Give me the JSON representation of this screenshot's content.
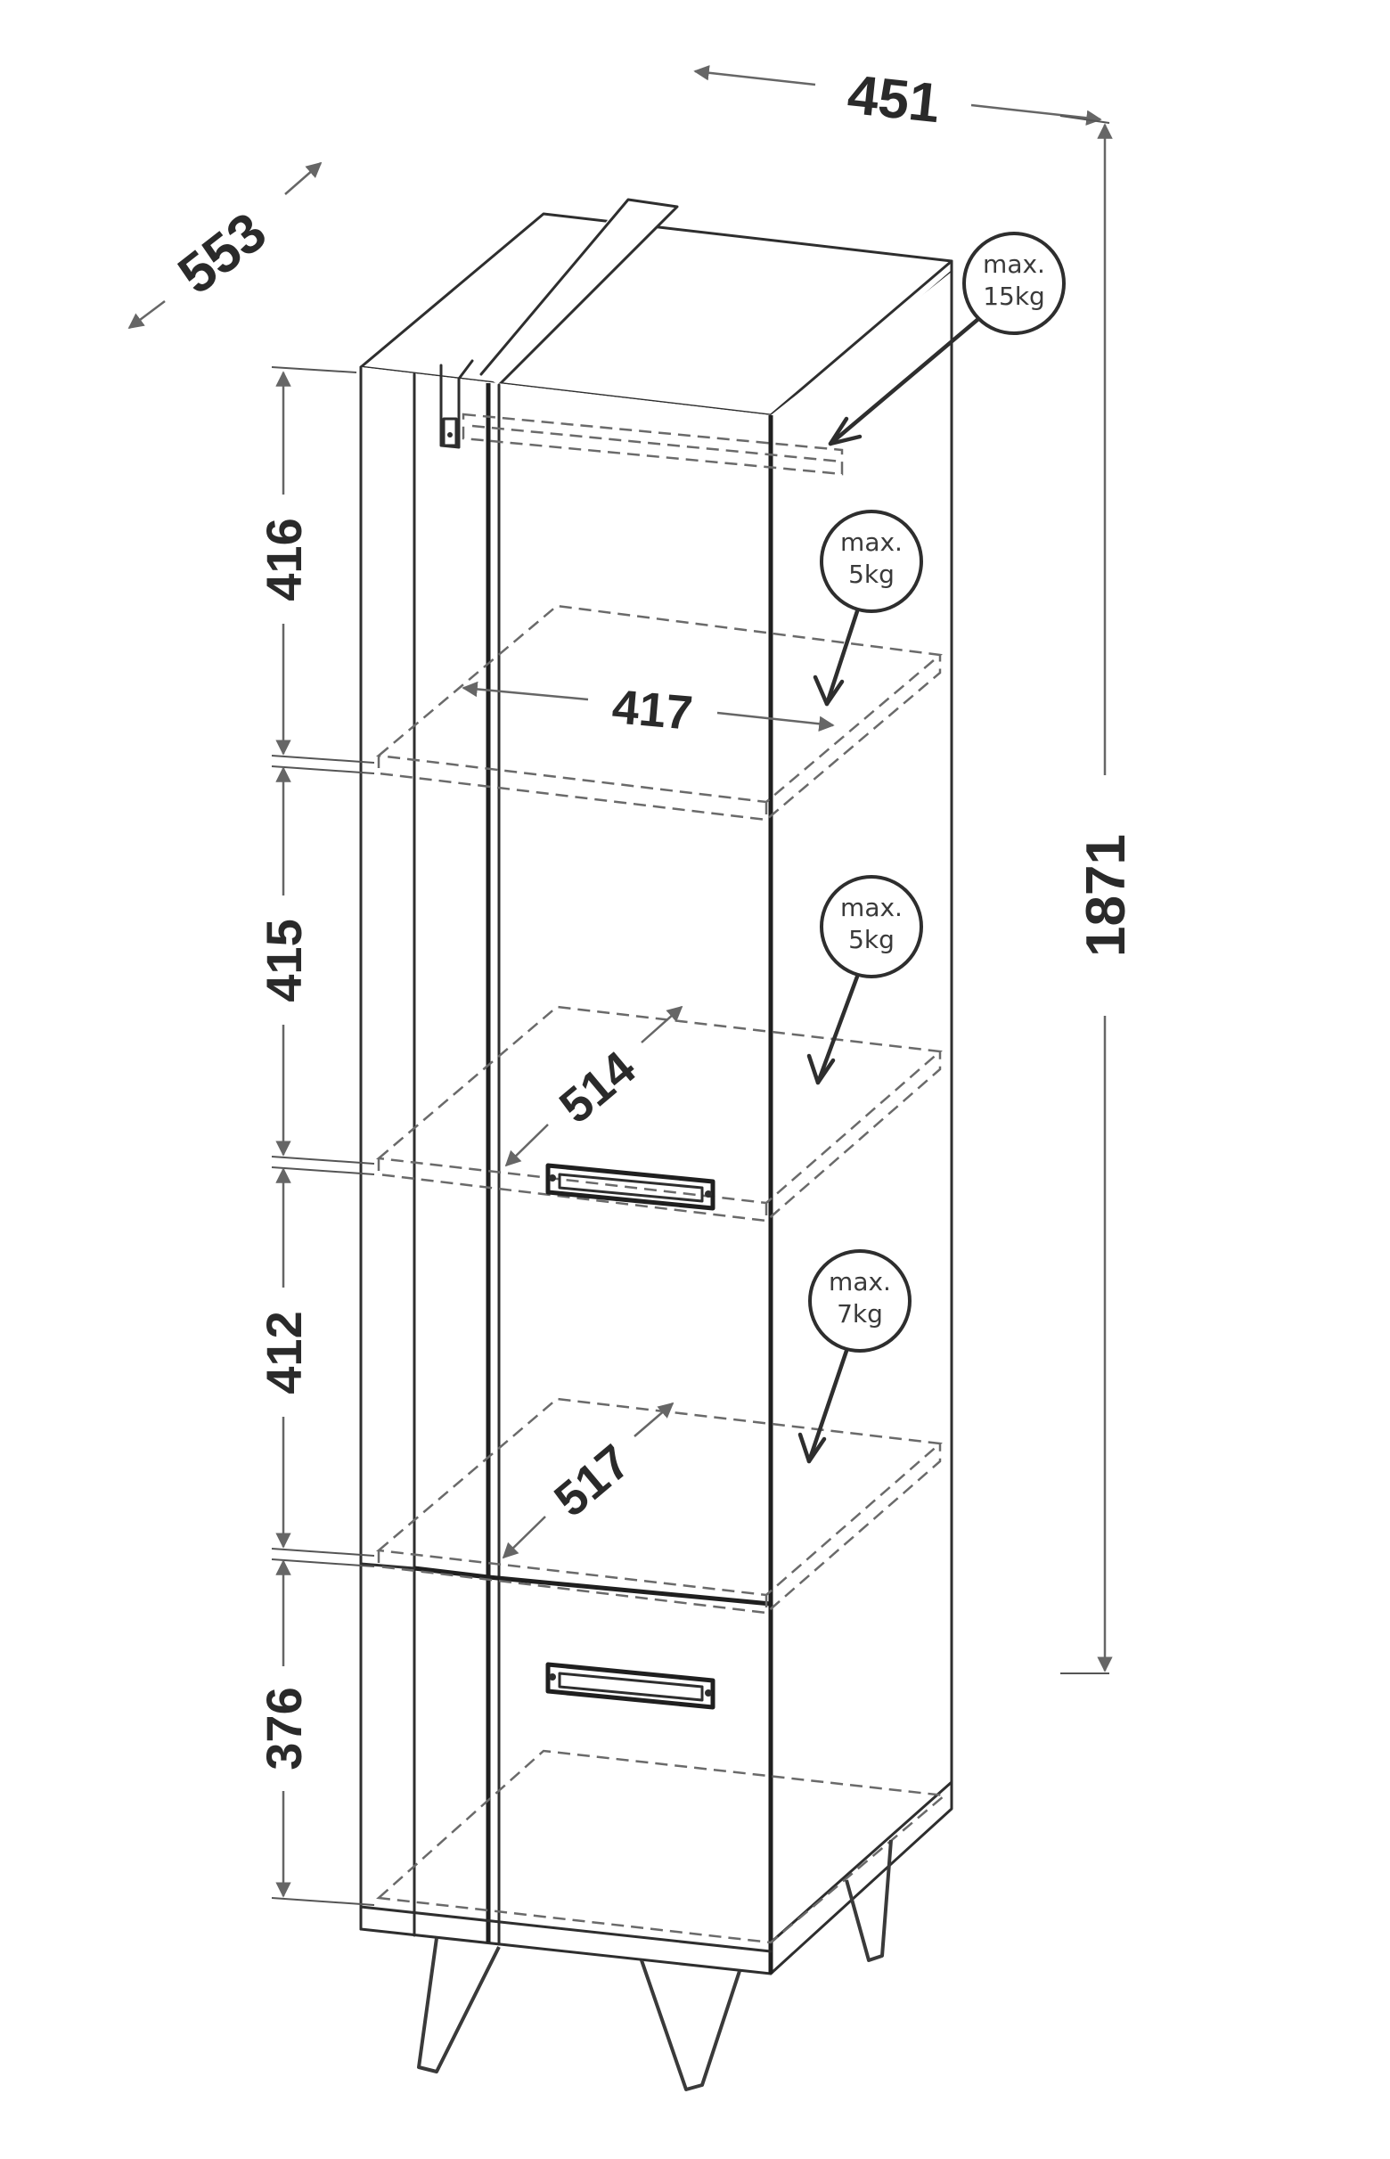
{
  "dimensions": {
    "width": "451",
    "depth": "553",
    "height": "1871",
    "compartment_1": "416",
    "compartment_2": "415",
    "compartment_3": "412",
    "compartment_4": "376",
    "shelf_width": "417",
    "shelf_depth_middle": "514",
    "shelf_depth_lower": "517"
  },
  "loads": {
    "top": {
      "label": "max.",
      "value": "15kg"
    },
    "shelf_1": {
      "label": "max.",
      "value": "5kg"
    },
    "shelf_2": {
      "label": "max.",
      "value": "5kg"
    },
    "shelf_3": {
      "label": "max.",
      "value": "7kg"
    }
  }
}
